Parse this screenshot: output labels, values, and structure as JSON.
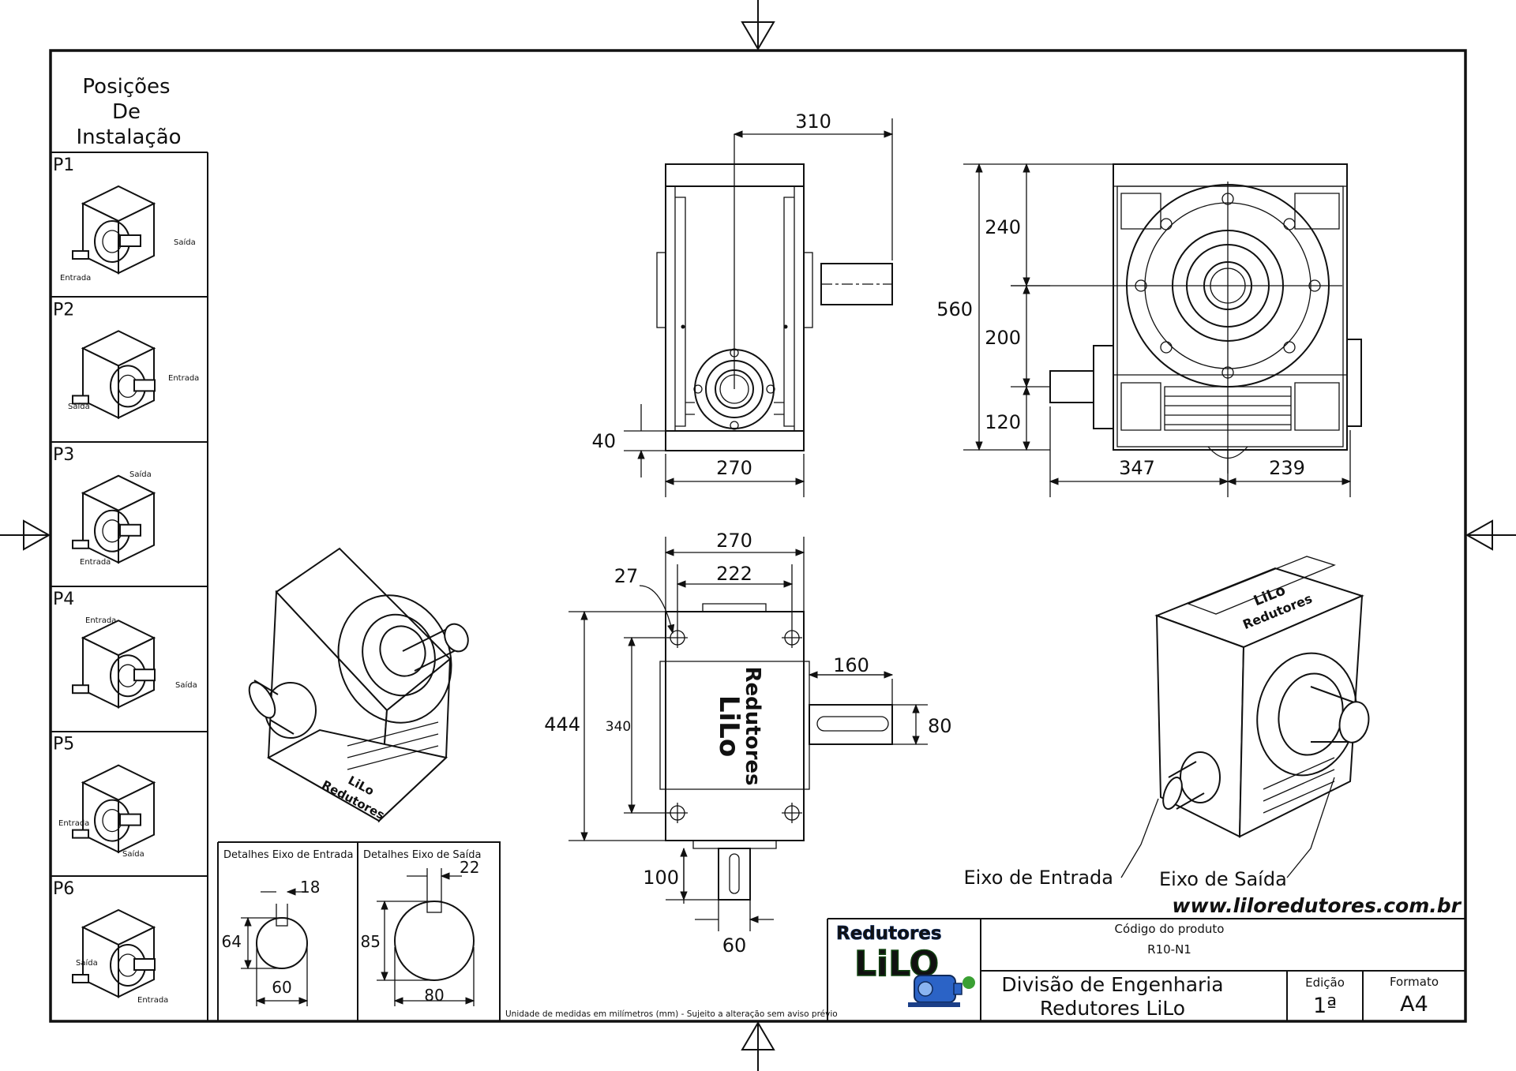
{
  "install_positions": {
    "title_lines": [
      "Posições",
      "De",
      "Instalação"
    ],
    "positions": [
      {
        "id": "P1",
        "input_label": "Entrada",
        "output_label": "Saída"
      },
      {
        "id": "P2",
        "input_label": "Entrada",
        "output_label": "Saída"
      },
      {
        "id": "P3",
        "input_label": "Entrada",
        "output_label": "Saída"
      },
      {
        "id": "P4",
        "input_label": "Entrada",
        "output_label": "Saída"
      },
      {
        "id": "P5",
        "input_label": "Entrada",
        "output_label": "Saída"
      },
      {
        "id": "P6",
        "input_label": "Entrada",
        "output_label": "Saída"
      }
    ]
  },
  "shaft_details": {
    "input": {
      "title": "Detalhes Eixo de Entrada",
      "key_width": "18",
      "height": "64",
      "diameter": "60"
    },
    "output": {
      "title": "Detalhes Eixo de Saída",
      "key_width": "22",
      "height": "85",
      "diameter": "80"
    }
  },
  "front_view": {
    "top_width": "310",
    "bottom_width": "270",
    "base_height": "40"
  },
  "side_view": {
    "total_height": "560",
    "upper_height": "240",
    "mid_height": "200",
    "low_height": "120",
    "left_width": "347",
    "right_width": "239"
  },
  "top_view": {
    "outer_width": "270",
    "hole_spacing": "222",
    "hole_dia": "27",
    "total_height": "444",
    "hole_height": "340",
    "shaft_length": "160",
    "shaft_dia": "80",
    "input_length": "100",
    "input_dia": "60",
    "brand_line1": "LiLo",
    "brand_line2": "Redutores"
  },
  "iso_labels": {
    "input_shaft": "Eixo de Entrada",
    "output_shaft": "Eixo de Saída",
    "brand_line1": "LiLo",
    "brand_line2": "Redutores"
  },
  "website": "www.liloredutores.com.br",
  "units_note": "Unidade de medidas em milímetros (mm) - Sujeito a alteração sem aviso prévio",
  "title_block": {
    "logo_top": "Redutores",
    "logo_main": "LiLO",
    "product_code_label": "Código do produto",
    "product_code": "R10-N1",
    "division_line1": "Divisão de Engenharia",
    "division_line2": "Redutores LiLo",
    "edition_label": "Edição",
    "edition_value": "1ª",
    "format_label": "Formato",
    "format_value": "A4"
  }
}
